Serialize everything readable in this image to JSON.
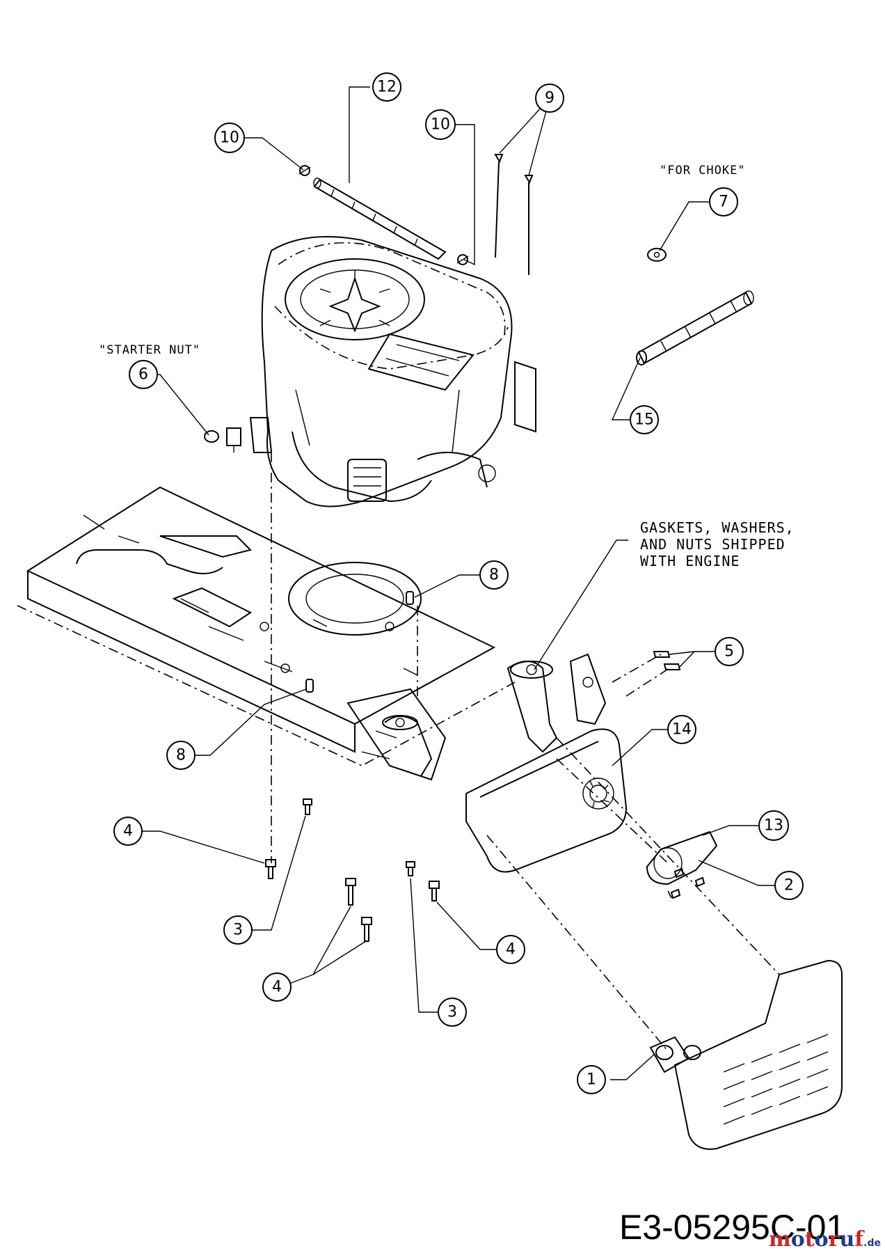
{
  "notes": {
    "for_choke": "\"FOR CHOKE\"",
    "starter_nut": "\"STARTER NUT\"",
    "gaskets_line1": "GASKETS, WASHERS,",
    "gaskets_line2": "AND NUTS SHIPPED",
    "gaskets_line3": "WITH ENGINE"
  },
  "drawing_number": "E3-05295C-01",
  "watermark": {
    "brand": "motoruf",
    "suffix": ".de",
    "colors": [
      "#c62828",
      "#1e3a8a"
    ]
  },
  "callouts": [
    {
      "id": "c12",
      "label": "12"
    },
    {
      "id": "c9",
      "label": "9"
    },
    {
      "id": "c10a",
      "label": "10"
    },
    {
      "id": "c10b",
      "label": "10"
    },
    {
      "id": "c7",
      "label": "7"
    },
    {
      "id": "c6",
      "label": "6"
    },
    {
      "id": "c15",
      "label": "15"
    },
    {
      "id": "c8a",
      "label": "8"
    },
    {
      "id": "c5",
      "label": "5"
    },
    {
      "id": "c14",
      "label": "14"
    },
    {
      "id": "c8b",
      "label": "8"
    },
    {
      "id": "c13",
      "label": "13"
    },
    {
      "id": "c4a",
      "label": "4"
    },
    {
      "id": "c2",
      "label": "2"
    },
    {
      "id": "c3a",
      "label": "3"
    },
    {
      "id": "c4b",
      "label": "4"
    },
    {
      "id": "c4c",
      "label": "4"
    },
    {
      "id": "c3b",
      "label": "3"
    },
    {
      "id": "c1",
      "label": "1"
    }
  ]
}
